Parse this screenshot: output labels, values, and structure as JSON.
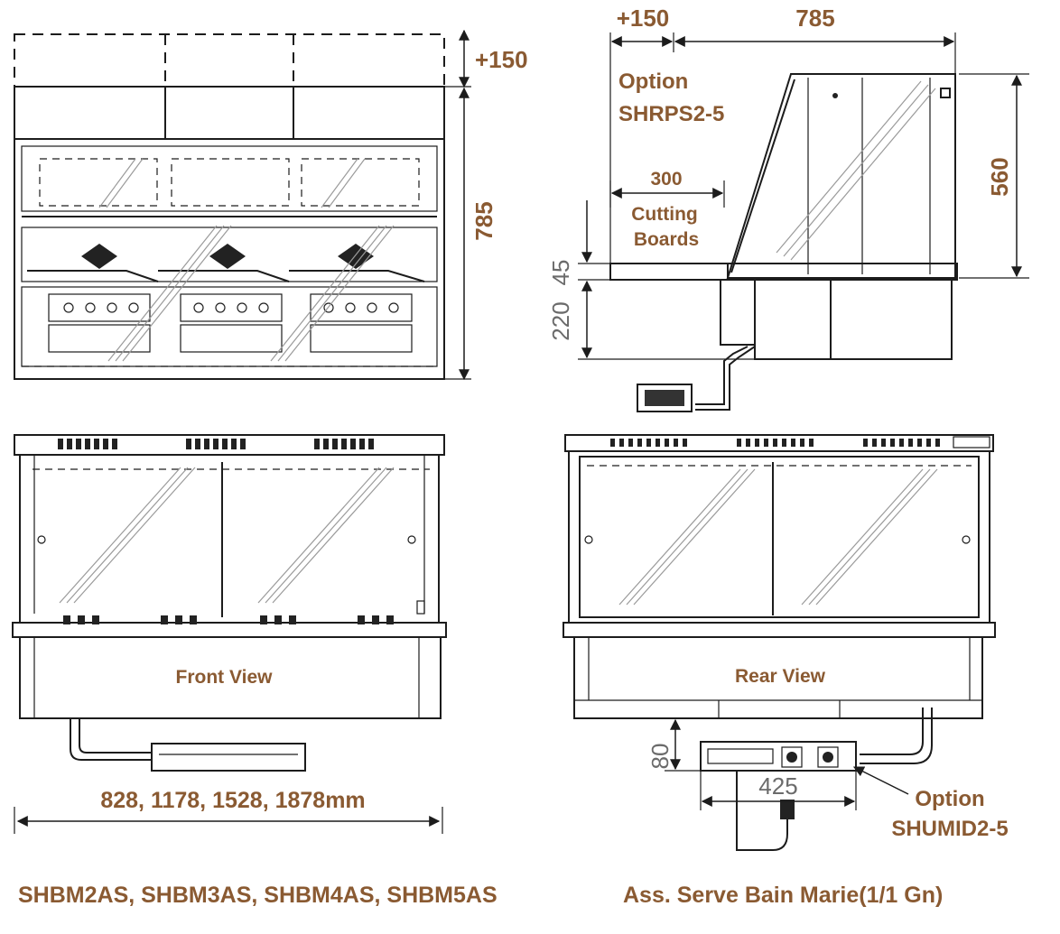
{
  "top_plan": {
    "dim_height_extension": "+150",
    "dim_depth": "785"
  },
  "side_elevation": {
    "dim_extension": "+150",
    "dim_width": "785",
    "option_label": "Option",
    "option_code": "SHRPS2-5",
    "dim_cutting_board": "300",
    "cutting_label_line1": "Cutting",
    "cutting_label_line2": "Boards",
    "dim_height": "560",
    "dim_board": "45",
    "dim_base": "220"
  },
  "front_view": {
    "label": "Front View",
    "dim_widths": "828, 1178, 1528, 1878mm"
  },
  "rear_view": {
    "label": "Rear View",
    "dim_box_height": "80",
    "dim_box_width": "425",
    "option_label": "Option",
    "option_code": "SHUMID2-5"
  },
  "footer": {
    "models": "SHBM2AS, SHBM3AS, SHBM4AS, SHBM5AS",
    "description": "Ass. Serve Bain Marie(1/1 Gn)"
  },
  "colors": {
    "label_text": "#8a5a32",
    "dimension_text": "#6b6b6b",
    "line": "#1c1c1c"
  }
}
